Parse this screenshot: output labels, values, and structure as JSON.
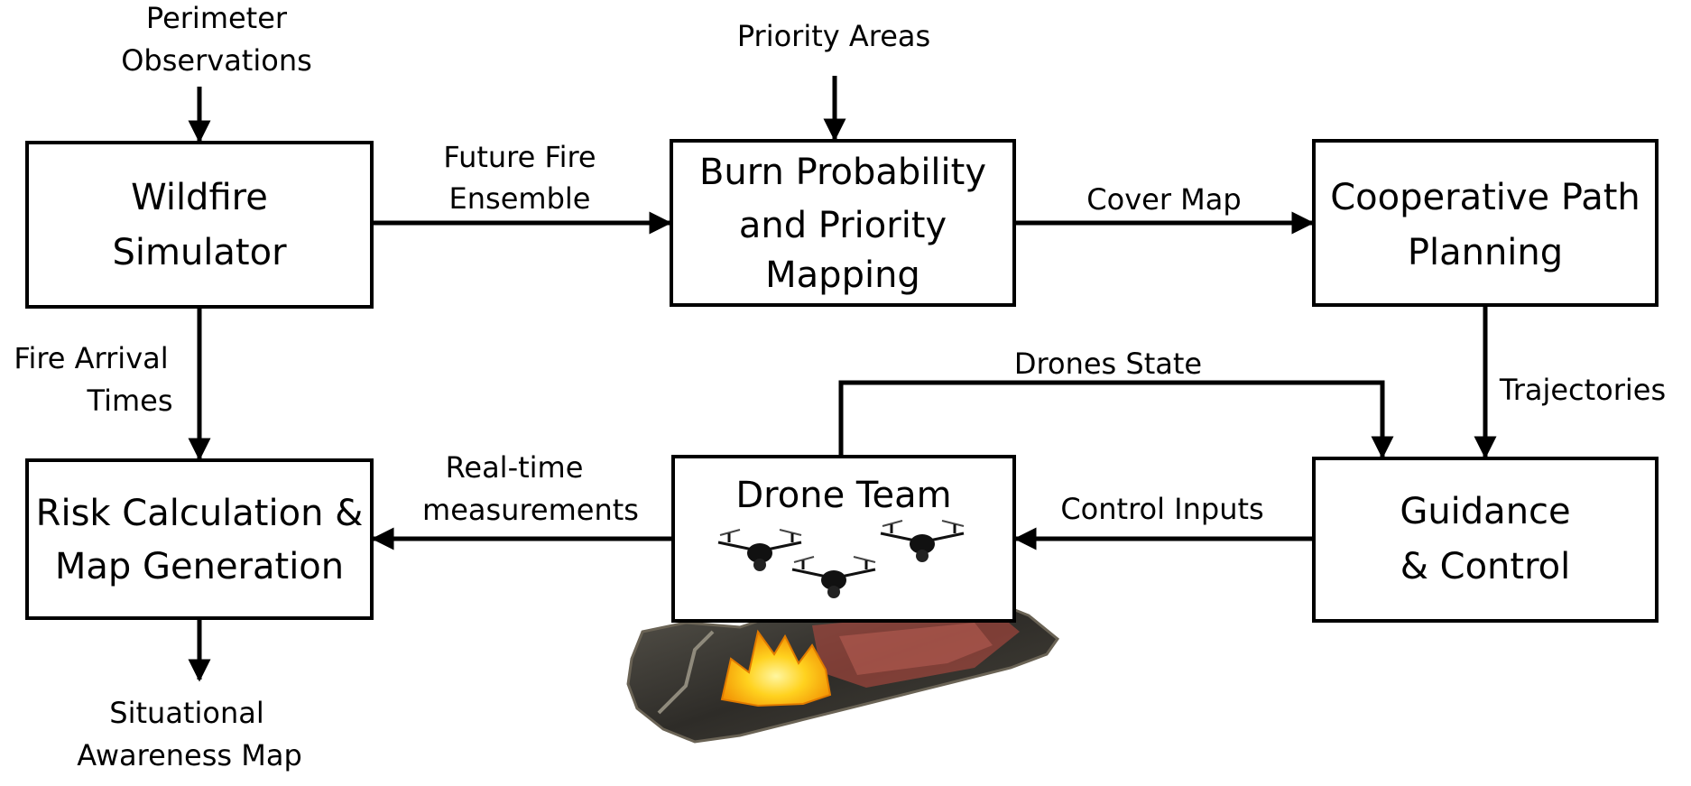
{
  "diagram": {
    "boxes": {
      "wildfire_simulator": [
        "Wildfire",
        "Simulator"
      ],
      "burn_probability": [
        "Burn Probability",
        "and Priority",
        "Mapping"
      ],
      "path_planning": [
        "Cooperative Path",
        "Planning"
      ],
      "risk_calculation": [
        "Risk Calculation &",
        "Map Generation"
      ],
      "drone_team": [
        "Drone Team"
      ],
      "guidance_control": [
        "Guidance",
        "& Control"
      ]
    },
    "labels": {
      "perimeter_observations": [
        "Perimeter",
        "Observations"
      ],
      "priority_areas": [
        "Priority Areas"
      ],
      "future_fire_ensemble": [
        "Future Fire",
        "Ensemble"
      ],
      "cover_map": [
        "Cover Map"
      ],
      "fire_arrival_times": [
        "Fire Arrival",
        "Times"
      ],
      "drones_state": [
        "Drones State"
      ],
      "trajectories": [
        "Trajectories"
      ],
      "real_time_measurements": [
        "Real-time",
        "measurements"
      ],
      "control_inputs": [
        "Control Inputs"
      ],
      "situational_awareness_map": [
        "Situational",
        "Awareness Map"
      ]
    }
  }
}
